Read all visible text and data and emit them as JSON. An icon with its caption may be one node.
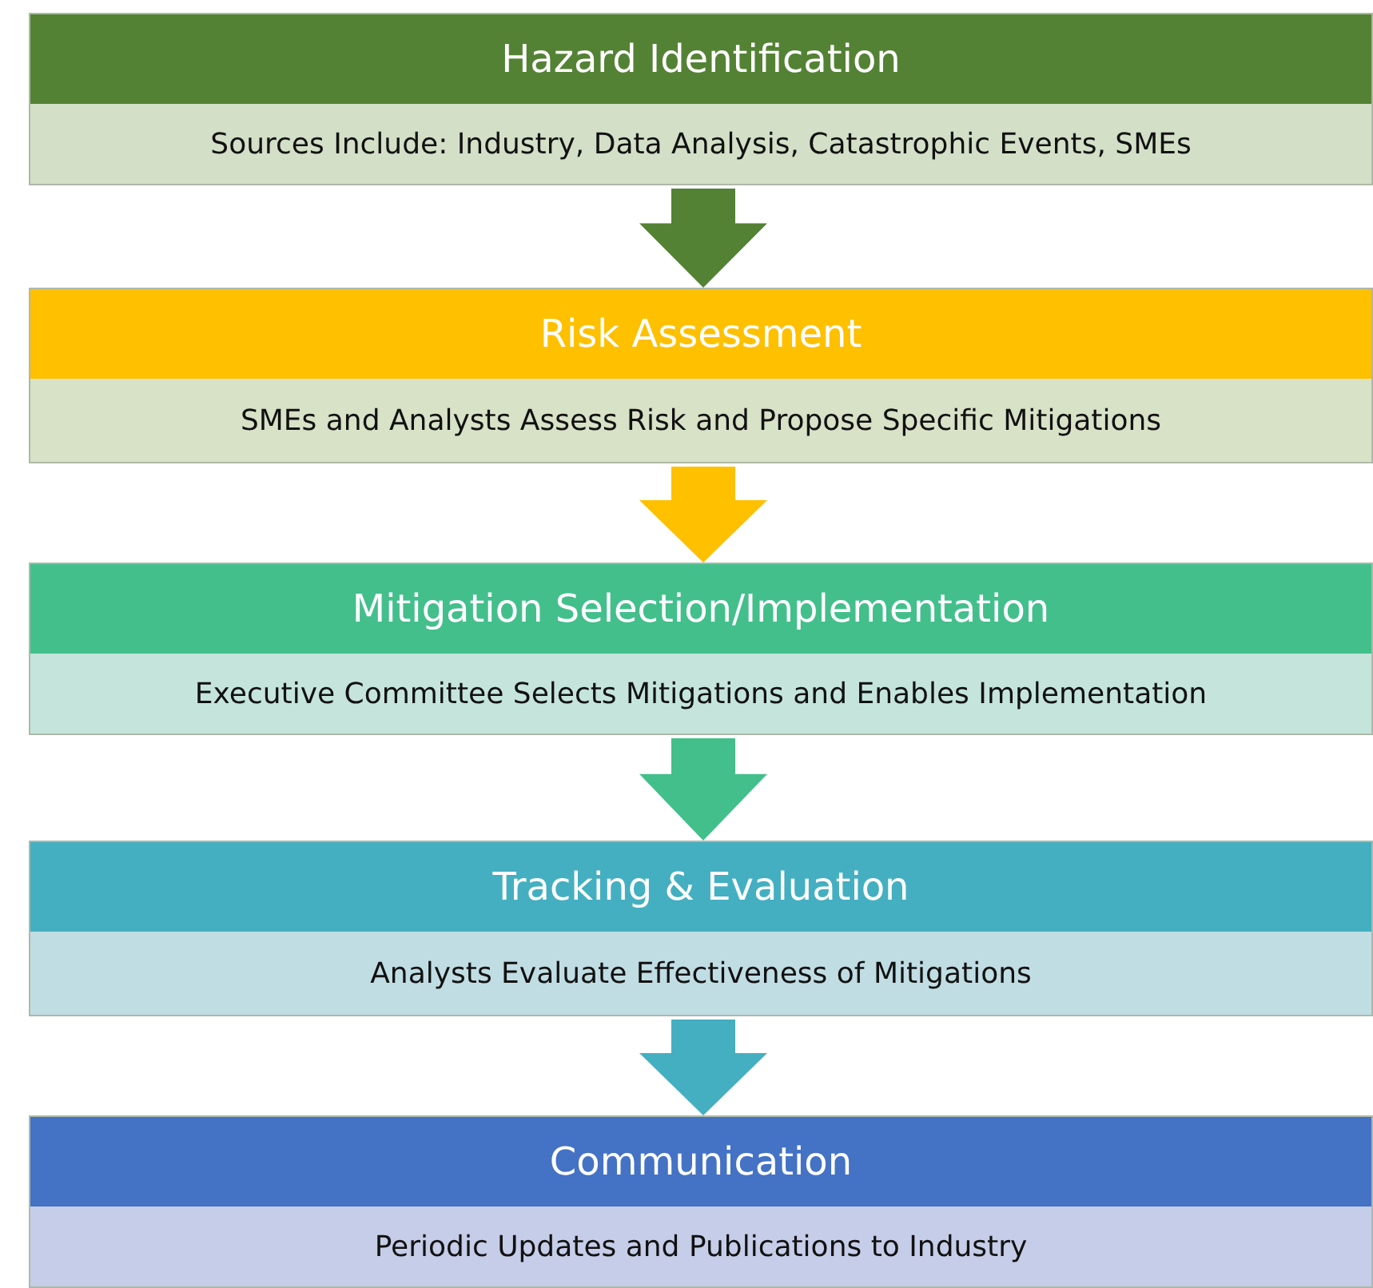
{
  "diagram": {
    "nodes": [
      {
        "text": [
          "Hazard Identification",
          "Sources Include: Industry, Data Analysis, Catastrophic Events, SMEs"
        ]
      },
      {
        "text": [
          "Risk Assessment",
          "SMEs and Analysts Assess Risk and Propose Specific Mitigations"
        ]
      },
      {
        "text": [
          "Mitigation Selection/Implementation",
          "Executive Committee Selects Mitigations and Enables Implementation"
        ]
      },
      {
        "text": [
          "Tracking & Evaluation",
          "Analysts Evaluate Effectiveness of Mitigations"
        ]
      },
      {
        "text": [
          "Communication",
          "Periodic Updates and Publications to Industry"
        ]
      }
    ],
    "edges": [
      {
        "from": 0,
        "to": 1,
        "arrow": "to",
        "color": "#548235"
      },
      {
        "from": 1,
        "to": 2,
        "arrow": "to",
        "color": "#ffc000"
      },
      {
        "from": 2,
        "to": 3,
        "arrow": "to",
        "color": "#43bf8c"
      },
      {
        "from": 3,
        "to": 4,
        "arrow": "to",
        "color": "#44afc1"
      }
    ]
  }
}
